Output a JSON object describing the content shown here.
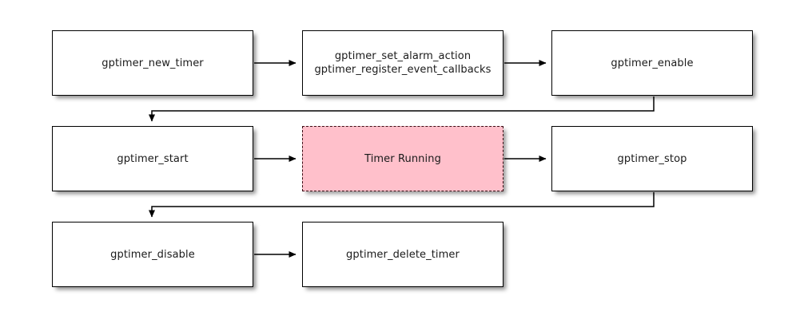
{
  "diagram": {
    "type": "flowchart",
    "background_color": "#ffffff",
    "node_fill_color": "#ffffff",
    "node_border_color": "#000000",
    "highlight_fill_color": "#ffc0cb",
    "highlight_border_color": "#3b0d14",
    "nodes": [
      {
        "id": "new_timer",
        "label": "gptimer_new_timer",
        "row": 1,
        "col": 1,
        "style": "plain"
      },
      {
        "id": "setup",
        "label": "gptimer_set_alarm_action\ngptimer_register_event_callbacks",
        "row": 1,
        "col": 2,
        "style": "plain"
      },
      {
        "id": "enable",
        "label": "gptimer_enable",
        "row": 1,
        "col": 3,
        "style": "plain"
      },
      {
        "id": "start",
        "label": "gptimer_start",
        "row": 2,
        "col": 1,
        "style": "plain"
      },
      {
        "id": "timer_running",
        "label": "Timer Running",
        "row": 2,
        "col": 2,
        "style": "highlight-dashed"
      },
      {
        "id": "stop",
        "label": "gptimer_stop",
        "row": 2,
        "col": 3,
        "style": "plain"
      },
      {
        "id": "disable",
        "label": "gptimer_disable",
        "row": 3,
        "col": 1,
        "style": "plain"
      },
      {
        "id": "delete_timer",
        "label": "gptimer_delete_timer",
        "row": 3,
        "col": 2,
        "style": "plain"
      }
    ],
    "edges": [
      {
        "from": "new_timer",
        "to": "setup",
        "kind": "straight-right"
      },
      {
        "from": "setup",
        "to": "enable",
        "kind": "straight-right"
      },
      {
        "from": "enable",
        "to": "start",
        "kind": "wrap-down-left"
      },
      {
        "from": "start",
        "to": "timer_running",
        "kind": "straight-right"
      },
      {
        "from": "timer_running",
        "to": "stop",
        "kind": "straight-right"
      },
      {
        "from": "stop",
        "to": "disable",
        "kind": "wrap-down-left"
      },
      {
        "from": "disable",
        "to": "delete_timer",
        "kind": "straight-right"
      }
    ]
  }
}
